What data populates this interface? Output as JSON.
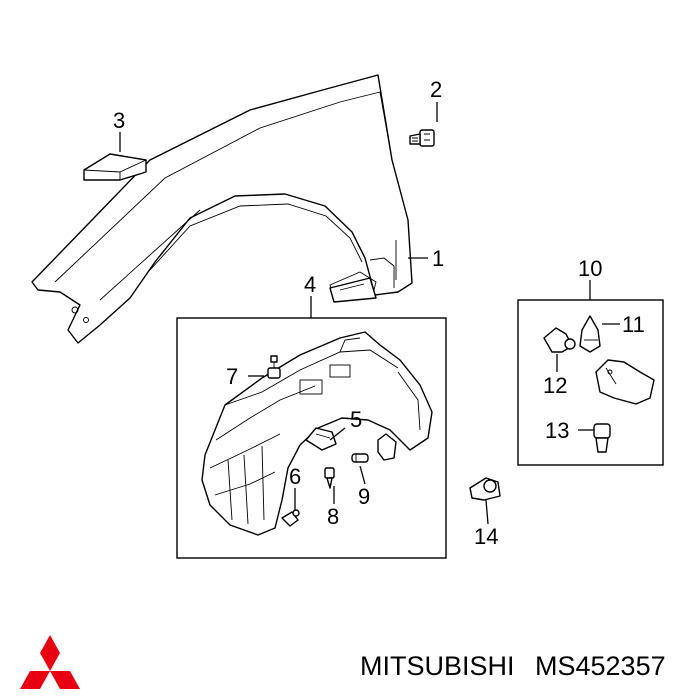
{
  "callouts": {
    "c1": "1",
    "c2": "2",
    "c3": "3",
    "c4": "4",
    "c5": "5",
    "c6": "6",
    "c7": "7",
    "c8": "8",
    "c9": "9",
    "c10": "10",
    "c11": "11",
    "c12": "12",
    "c13": "13",
    "c14": "14"
  },
  "footer": {
    "brand": "MITSUBISHI",
    "part_number": "MS452357",
    "logo_color": "#e60012",
    "logo_icon": "three-diamonds-logo"
  }
}
